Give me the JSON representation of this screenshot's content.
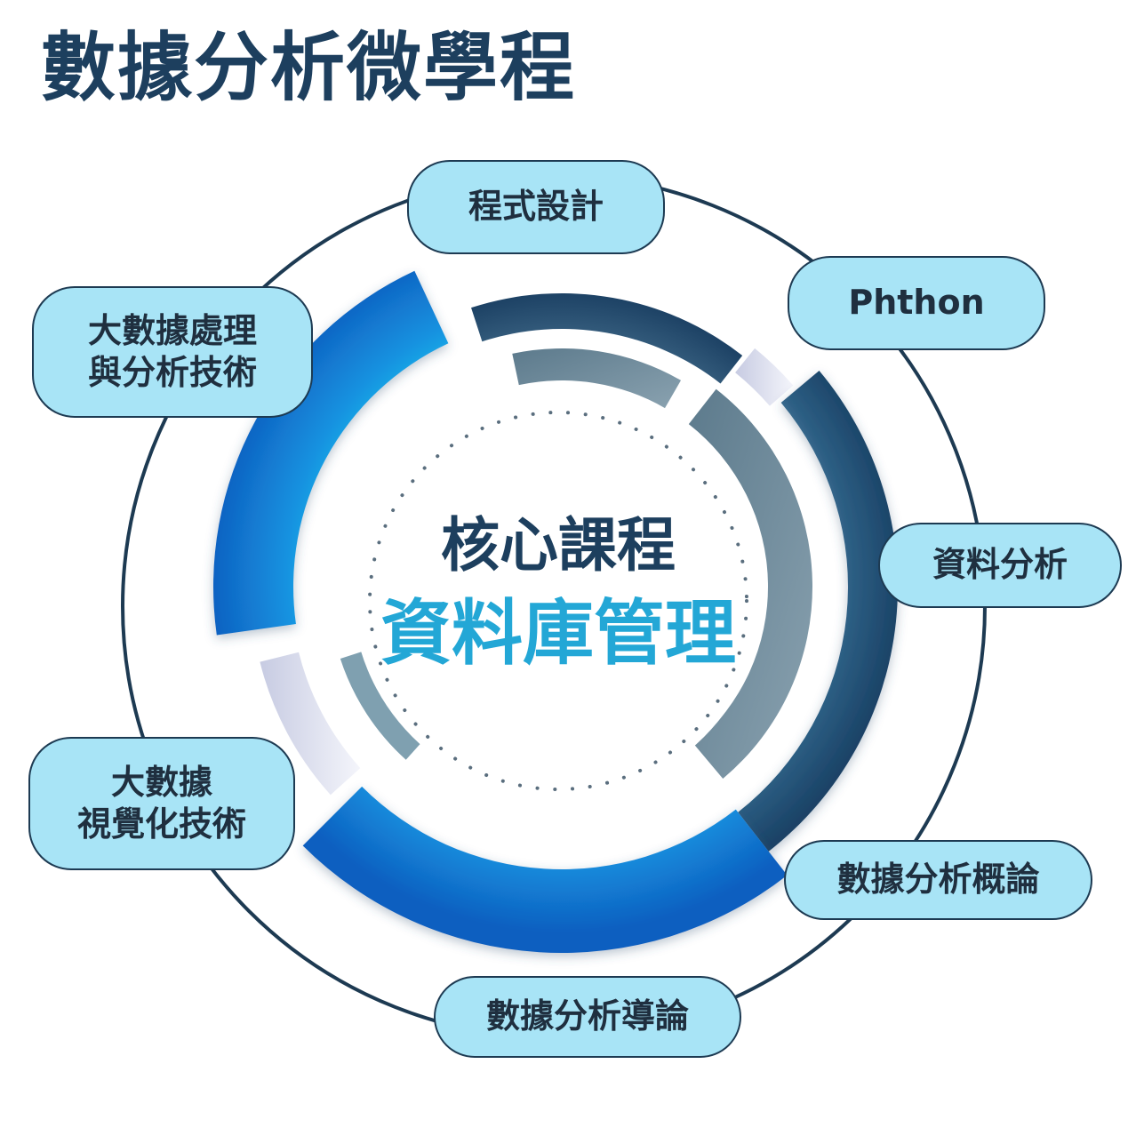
{
  "title": "數據分析微學程",
  "center": {
    "heading": "核心課程",
    "subject": "資料庫管理"
  },
  "courses": {
    "programming": "程式設計",
    "python": "Phthon",
    "data_analysis": "資料分析",
    "analytics_overview": "數據分析概論",
    "analytics_intro": "數據分析導論",
    "visualization": [
      "大數據",
      "視覺化技術"
    ],
    "big_data": [
      "大數據處理",
      "與分析技術"
    ]
  },
  "colors": {
    "title": "#1d3f5e",
    "pill_fill": "#a8e4f6",
    "pill_border": "#1d3a52",
    "outer_ring": "#1d3a52",
    "blue_segment": "#1593e0",
    "dark_segment": "#1f4d6e",
    "gray_segment": "#6e8a9a",
    "subject_text": "#23a7d6"
  }
}
